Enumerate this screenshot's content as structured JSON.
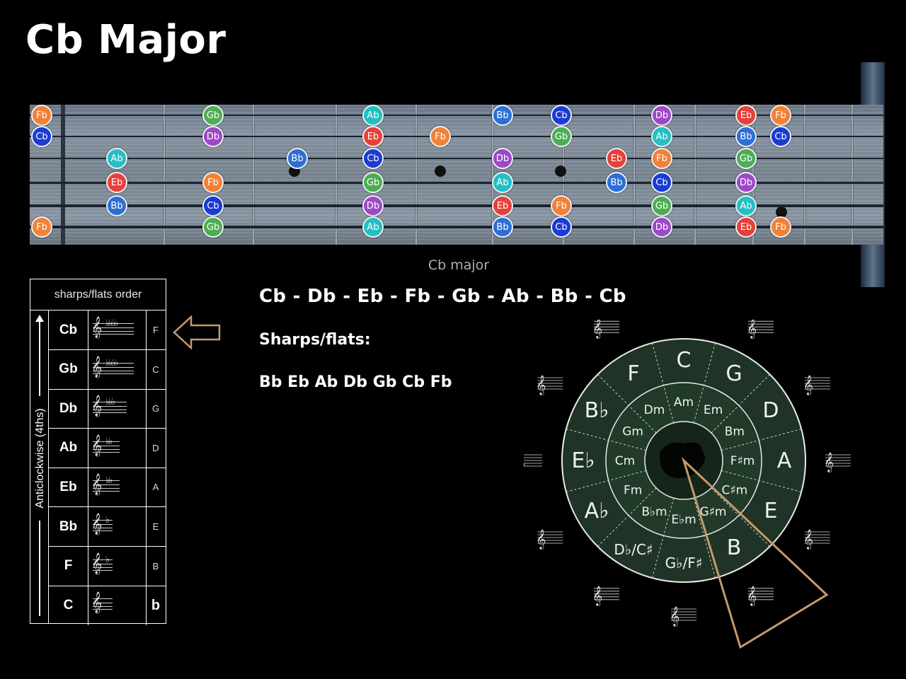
{
  "title": "Cb Major",
  "fretboard": {
    "caption": "Cb major",
    "notes": [
      {
        "name": "Fb",
        "fret": 0,
        "string": 1
      },
      {
        "name": "Cb",
        "fret": 0,
        "string": 2
      },
      {
        "name": "Fb",
        "fret": 0,
        "string": 6
      },
      {
        "name": "Ab",
        "fret": 1,
        "string": 3
      },
      {
        "name": "Eb",
        "fret": 1,
        "string": 4
      },
      {
        "name": "Bb",
        "fret": 1,
        "string": 5
      },
      {
        "name": "Gb",
        "fret": 2,
        "string": 1
      },
      {
        "name": "Db",
        "fret": 2,
        "string": 2
      },
      {
        "name": "Fb",
        "fret": 2,
        "string": 4
      },
      {
        "name": "Cb",
        "fret": 2,
        "string": 5
      },
      {
        "name": "Gb",
        "fret": 2,
        "string": 6
      },
      {
        "name": "Bb",
        "fret": 3,
        "string": 3
      },
      {
        "name": "Ab",
        "fret": 4,
        "string": 1
      },
      {
        "name": "Eb",
        "fret": 4,
        "string": 2
      },
      {
        "name": "Cb",
        "fret": 4,
        "string": 3
      },
      {
        "name": "Gb",
        "fret": 4,
        "string": 4
      },
      {
        "name": "Db",
        "fret": 4,
        "string": 5
      },
      {
        "name": "Ab",
        "fret": 4,
        "string": 6
      },
      {
        "name": "Fb",
        "fret": 5,
        "string": 2
      },
      {
        "name": "Bb",
        "fret": 6,
        "string": 1
      },
      {
        "name": "Db",
        "fret": 6,
        "string": 3
      },
      {
        "name": "Ab",
        "fret": 6,
        "string": 4
      },
      {
        "name": "Eb",
        "fret": 6,
        "string": 5
      },
      {
        "name": "Bb",
        "fret": 6,
        "string": 6
      },
      {
        "name": "Cb",
        "fret": 7,
        "string": 1
      },
      {
        "name": "Gb",
        "fret": 7,
        "string": 2
      },
      {
        "name": "Fb",
        "fret": 7,
        "string": 5
      },
      {
        "name": "Cb",
        "fret": 7,
        "string": 6
      },
      {
        "name": "Eb",
        "fret": 8,
        "string": 3
      },
      {
        "name": "Bb",
        "fret": 8,
        "string": 4
      },
      {
        "name": "Db",
        "fret": 9,
        "string": 1
      },
      {
        "name": "Ab",
        "fret": 9,
        "string": 2
      },
      {
        "name": "Fb",
        "fret": 9,
        "string": 3
      },
      {
        "name": "Cb",
        "fret": 9,
        "string": 4
      },
      {
        "name": "Gb",
        "fret": 9,
        "string": 5
      },
      {
        "name": "Db",
        "fret": 9,
        "string": 6
      },
      {
        "name": "Eb",
        "fret": 11,
        "string": 1
      },
      {
        "name": "Bb",
        "fret": 11,
        "string": 2
      },
      {
        "name": "Gb",
        "fret": 11,
        "string": 3
      },
      {
        "name": "Db",
        "fret": 11,
        "string": 4
      },
      {
        "name": "Ab",
        "fret": 11,
        "string": 5
      },
      {
        "name": "Eb",
        "fret": 11,
        "string": 6
      },
      {
        "name": "Fb",
        "fret": 12,
        "string": 1
      },
      {
        "name": "Cb",
        "fret": 12,
        "string": 2
      },
      {
        "name": "Fb",
        "fret": 12,
        "string": 6
      }
    ]
  },
  "sf_table": {
    "header": "sharps/flats order",
    "side_label": "Anticlockwise (4ths)",
    "rows": [
      {
        "key": "Cb",
        "flats": "♭♭♭♭",
        "note": "F"
      },
      {
        "key": "Gb",
        "flats": "♭♭♭♭",
        "note": "C"
      },
      {
        "key": "Db",
        "flats": "♭♭♭",
        "note": "G"
      },
      {
        "key": "Ab",
        "flats": "♭♭",
        "note": "D"
      },
      {
        "key": "Eb",
        "flats": "♭♭",
        "note": "A"
      },
      {
        "key": "Bb",
        "flats": "♭",
        "note": "E"
      },
      {
        "key": "F",
        "flats": "♭",
        "note": "B"
      },
      {
        "key": "C",
        "flats": "",
        "note": "b"
      }
    ]
  },
  "scale_notes": "Cb - Db - Eb - Fb - Gb - Ab - Bb - Cb",
  "sharps_flats_label": "Sharps/flats:",
  "sharps_flats_list": "Bb Eb Ab Db Gb Cb Fb",
  "circle_of_fifths": {
    "major": [
      "C",
      "G",
      "D",
      "A",
      "E",
      "B",
      "G♭/F♯",
      "D♭/C♯",
      "A♭",
      "E♭",
      "B♭",
      "F"
    ],
    "minor": [
      "Am",
      "Em",
      "Bm",
      "F♯m",
      "C♯m",
      "G♯m",
      "E♭m",
      "B♭m",
      "Fm",
      "Cm",
      "Gm",
      "Dm"
    ],
    "accent_color": "#c49a6c",
    "circle_color": "#1f3326"
  },
  "colors": {
    "Cb": "#1a3bd4",
    "Db": "#9e48c8",
    "Eb": "#e7403a",
    "Fb": "#f38135",
    "Gb": "#4cae54",
    "Ab": "#23bfc3",
    "Bb": "#2d6fd6"
  }
}
